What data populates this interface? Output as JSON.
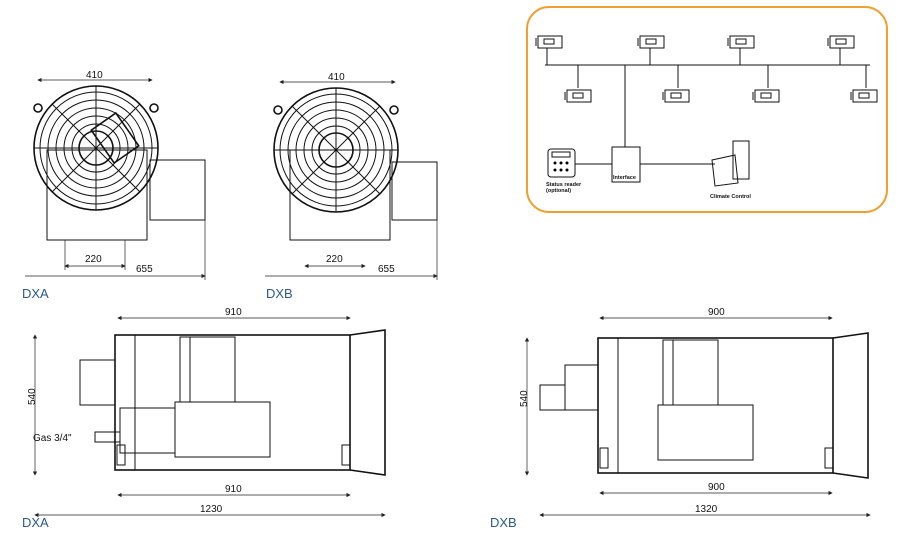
{
  "network": {
    "status_reader": "Status reader",
    "status_reader_note": "(optional)",
    "interface": "Interface",
    "climate_control": "Climate Control",
    "border_color": "#f0a030"
  },
  "dxa_front": {
    "width": "410",
    "offset": "220",
    "depth": "655",
    "label": "DXA"
  },
  "dxb_front": {
    "width": "410",
    "offset": "220",
    "depth": "655",
    "label": "DXB"
  },
  "dxa_side": {
    "top": "910",
    "height": "540",
    "gas": "Gas 3/4\"",
    "bottom": "910",
    "total": "1230",
    "label": "DXA"
  },
  "dxb_side": {
    "top": "900",
    "height": "540",
    "bottom": "900",
    "total": "1320",
    "label": "DXB"
  }
}
